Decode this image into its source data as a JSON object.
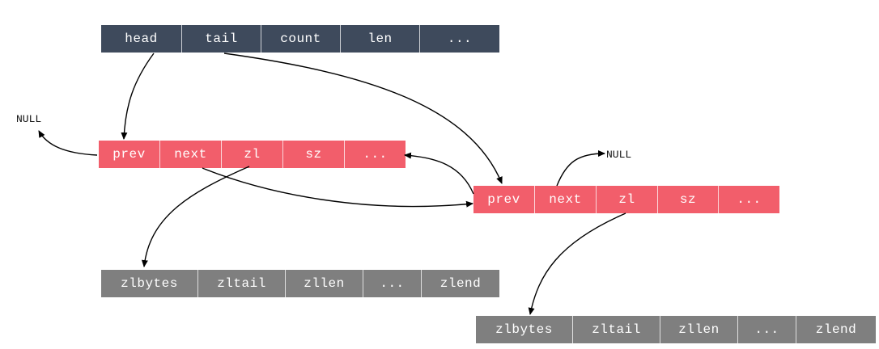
{
  "colors": {
    "struct": "#3e4a5c",
    "node": "#f25e6b",
    "ziplist": "#7f7f7f",
    "arrow": "#000000"
  },
  "list_struct": {
    "fields": [
      "head",
      "tail",
      "count",
      "len",
      "..."
    ]
  },
  "node1": {
    "fields": [
      "prev",
      "next",
      "zl",
      "sz",
      "..."
    ]
  },
  "node2": {
    "fields": [
      "prev",
      "next",
      "zl",
      "sz",
      "..."
    ]
  },
  "ziplist1": {
    "fields": [
      "zlbytes",
      "zltail",
      "zllen",
      "...",
      "zlend"
    ]
  },
  "ziplist2": {
    "fields": [
      "zlbytes",
      "zltail",
      "zllen",
      "...",
      "zlend"
    ]
  },
  "null_labels": {
    "left": "NULL",
    "right": "NULL"
  }
}
